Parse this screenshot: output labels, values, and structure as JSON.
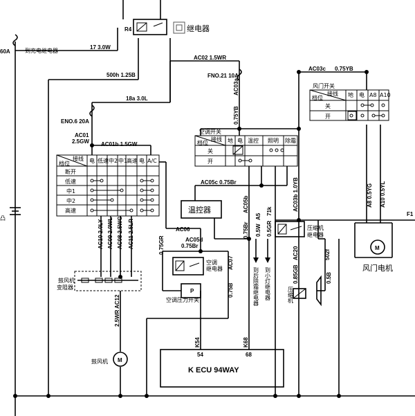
{
  "labels": {
    "r4": "R4",
    "relay_title": "继电器",
    "fuse_60a": "60A",
    "to_charge_relay": "到充电继电器",
    "w17": "17 3.0W",
    "w500h": "500h 1.25B",
    "w18a": "18a 3.0L",
    "eno6": "ENO.6 20A",
    "ac01": "AC01",
    "ac01_col": "2.5GW",
    "ac01b": "AC01b 1.5GW",
    "ac02": "AC02 1.5WR",
    "fno21": "FNO.21 10A",
    "ac03a": "AC03a",
    "ac03a_col": "0.75YB",
    "ac03c": "AC03c",
    "ac03c_col": "0.75YB",
    "ac05c": "AC05c 0.75Br",
    "ac05b": "AC05b",
    "ac05b_col": "0.75Br",
    "ac06": "AC06",
    "ac05d": "AC05d",
    "ac05d_col": "0.75Br",
    "ac07": "AC07",
    "b075": "0.75B",
    "gr075": "0.75GR",
    "a5": "A5",
    "a5_col": "0.5W",
    "w71k": "71k",
    "w71k_col": "0.5GR",
    "ac03b": "AC03b 1.0YB",
    "ac20": "AC20",
    "ac20_col": "0.85GB",
    "w502f": "502f",
    "w05b": "0.5B",
    "a8": "A8 0.5YG",
    "a10": "A10 0.5YL",
    "f1": "F1",
    "ac10": "AC10 2.0LY",
    "ac09": "AC09 2.0WL",
    "ac08": "AC08 2.5WG",
    "ac11": "AC11 2.5LR",
    "ac12": "AC12",
    "ac12_col": "2.5WR",
    "k54": "K54",
    "k68": "K68",
    "pin54": "54",
    "pin68": "68",
    "ecu": "K   ECU 94WAY",
    "temp_ctrl": "温控器",
    "ac_relay": "空调",
    "ac_relay2": "继电器",
    "ac_pressure": "空调压力开关",
    "blower_resistor": "鼓风机",
    "blower_resistor2": "变阻器",
    "blower_motor": "鼓风机",
    "to_rear_defrost": "到后除霜继电器",
    "to_small_light": "到小灯继电器",
    "compressor_relay": "压缩机",
    "compressor_relay2": "继电器",
    "compressor": "压缩机",
    "door_switch": "风门开关",
    "door_motor": "风门电机",
    "ac_switch": "空调开关",
    "left_char": "凸"
  },
  "blower_table": {
    "head_terminal": "接线",
    "head_position": "档位",
    "cols": [
      "电",
      "低速",
      "中2",
      "中1",
      "高速",
      "电",
      "A/C"
    ],
    "rows": [
      "断开",
      "低速",
      "中1",
      "中2",
      "高速"
    ]
  },
  "ac_switch_table": {
    "head_terminal": "接线",
    "head_position": "档位",
    "cols": [
      "地",
      "电",
      "温控",
      "照明",
      "除霜"
    ],
    "rows": [
      "关",
      "开"
    ]
  },
  "door_switch_table": {
    "head_terminal": "接线",
    "head_position": "档位",
    "cols": [
      "地",
      "电",
      "A8",
      "A10"
    ],
    "rows": [
      "关",
      "开"
    ]
  }
}
